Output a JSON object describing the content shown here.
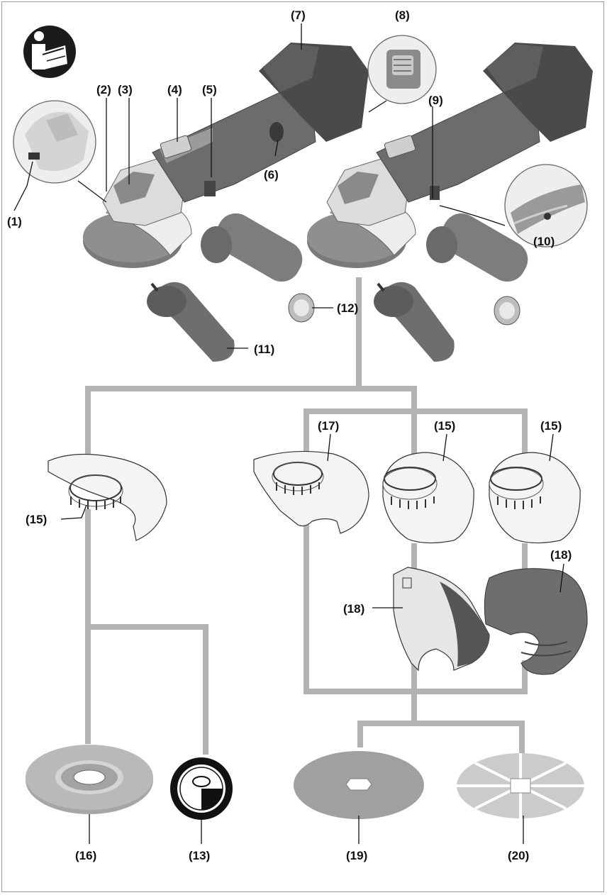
{
  "labels": {
    "l1": "(1)",
    "l2": "(2)",
    "l3": "(3)",
    "l4": "(4)",
    "l5": "(5)",
    "l6": "(6)",
    "l7": "(7)",
    "l8": "(8)",
    "l9": "(9)",
    "l10": "(10)",
    "l11": "(11)",
    "l12": "(12)",
    "l13": "(13)",
    "l15a": "(15)",
    "l15b": "(15)",
    "l15c": "(15)",
    "l16": "(16)",
    "l17": "(17)",
    "l18a": "(18)",
    "l18b": "(18)",
    "l19": "(19)",
    "l20": "(20)"
  },
  "icons": {
    "manual": "read-manual-icon"
  },
  "colors": {
    "connector": "#b3b3b3",
    "tool_body": "#8e8e8e",
    "tool_dark": "#555555",
    "guard_light": "#f2f2f2",
    "disc": "#a9a9a9"
  }
}
